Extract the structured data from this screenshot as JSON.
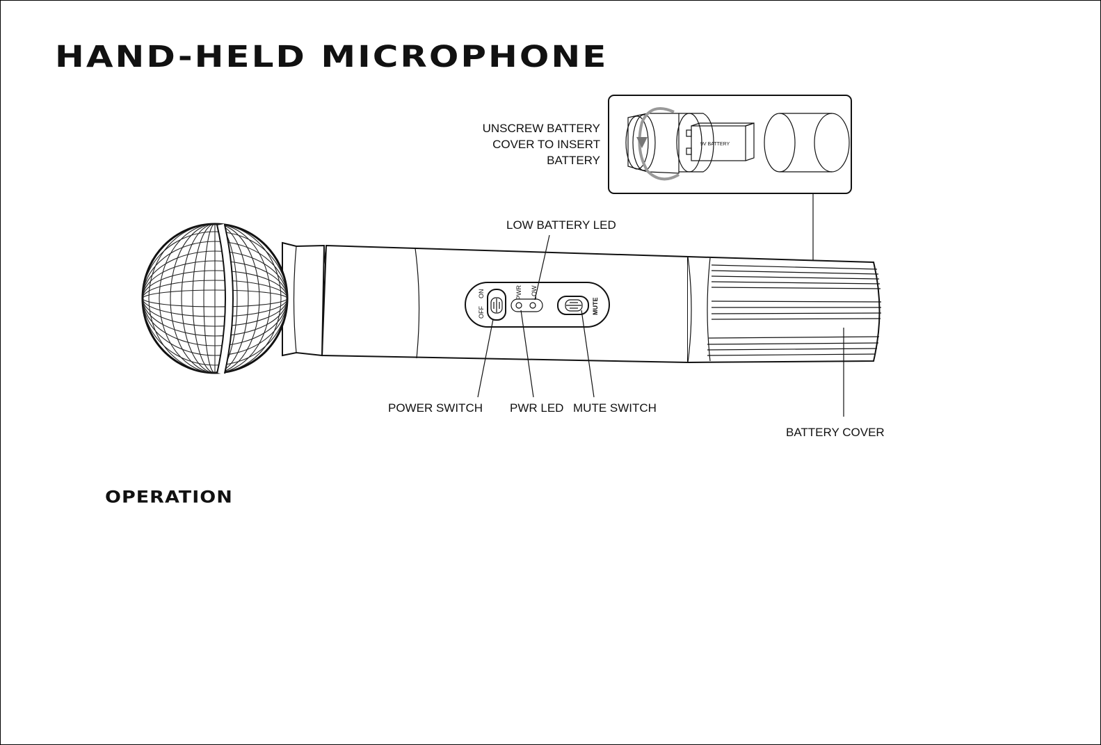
{
  "title": "HAND-HELD MICROPHONE",
  "section_heading": "OPERATION",
  "callouts": {
    "unscrew_line1": "UNSCREW BATTERY",
    "unscrew_line2": "COVER TO INSERT",
    "unscrew_line3": "BATTERY",
    "low_battery_led": "LOW BATTERY LED",
    "power_switch": "POWER SWITCH",
    "pwr_led": "PWR LED",
    "mute_switch": "MUTE SWITCH",
    "battery_cover": "BATTERY COVER"
  },
  "panel_labels": {
    "off": "OFF",
    "on": "ON",
    "pwr": "PWR",
    "low": "LOW",
    "mute": "MUTE"
  },
  "battery_label": "9V BATTERY"
}
